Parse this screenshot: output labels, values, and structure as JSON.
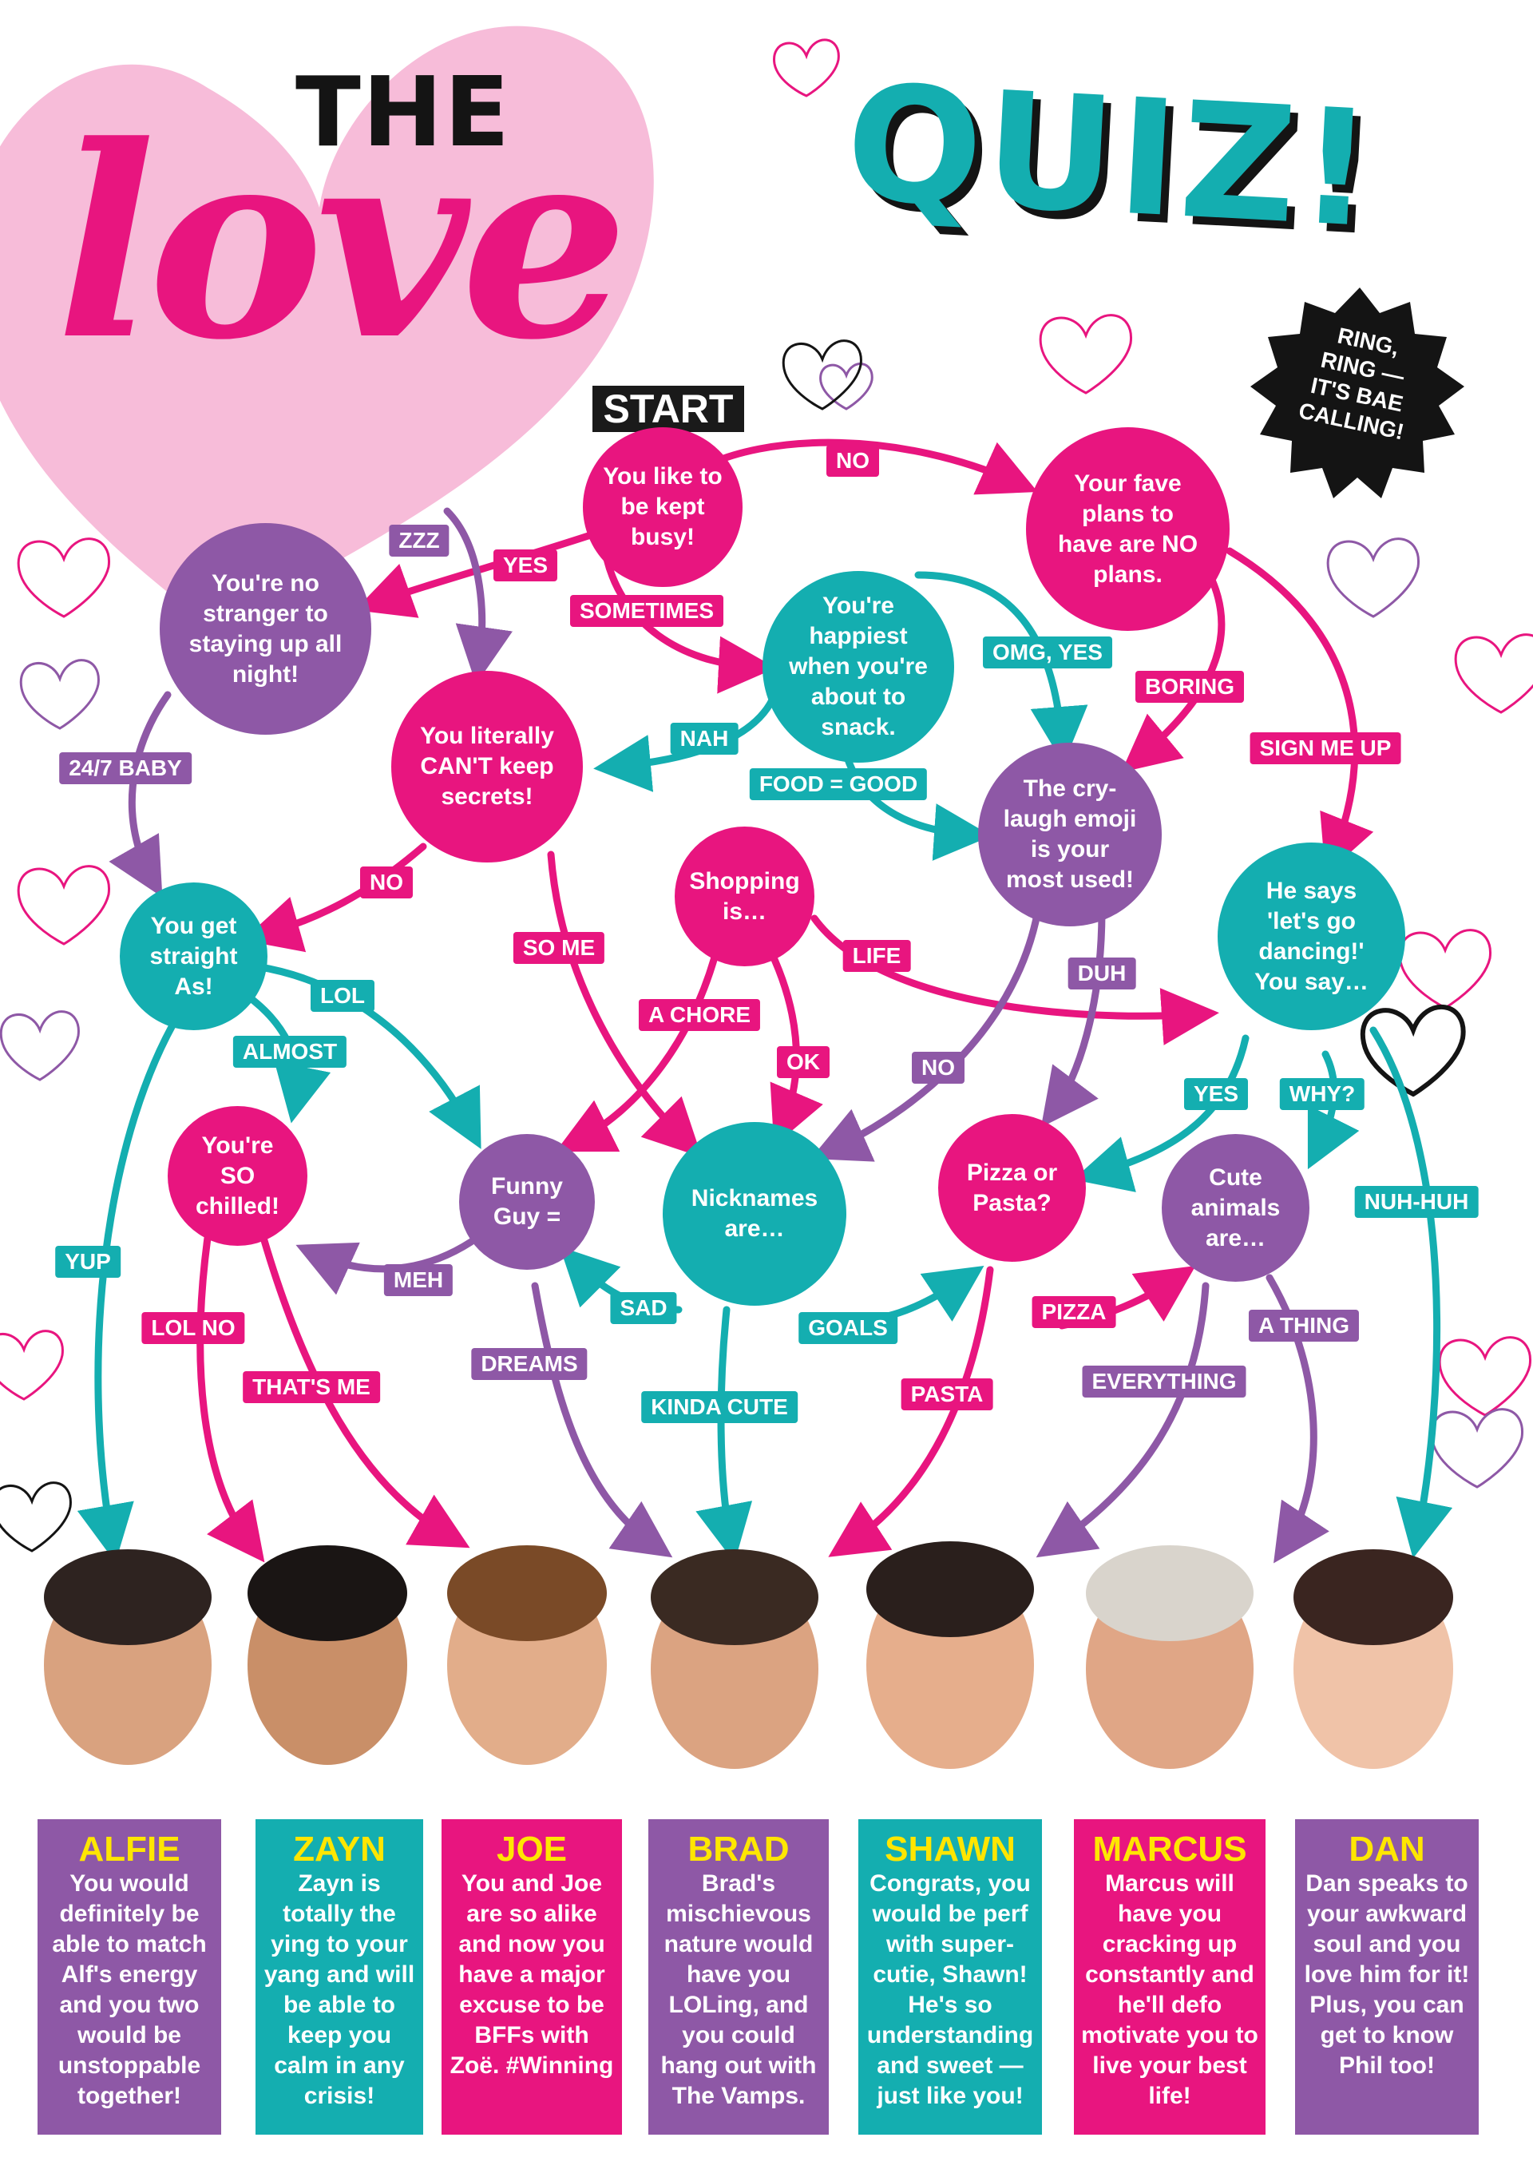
{
  "title": {
    "the": "THE",
    "love": "love",
    "quiz": "QUIZ!"
  },
  "start": "START",
  "badge": {
    "line1": "RING,",
    "line2": "RING —",
    "line3": "IT'S BAE",
    "line4": "CALLING!"
  },
  "colors": {
    "pink": "#e8157f",
    "purple": "#8e58a6",
    "teal": "#14aeb0",
    "light_pink": "#f7bcd9",
    "dark": "#141414",
    "yellow": "#ffe600"
  },
  "questions": {
    "busy": "You like to be kept busy!",
    "plans": "Your fave plans to have are NO plans.",
    "night": "You're no stranger to staying up all night!",
    "snack": "You're happiest when you're about to snack.",
    "secrets": "You literally CAN'T keep secrets!",
    "emoji": "The cry-laugh emoji is your most used!",
    "straight": "You get straight As!",
    "shopping": "Shopping is…",
    "dancing": "He says 'let's go dancing!' You say…",
    "chilled": "You're SO chilled!",
    "funny": "Funny Guy =",
    "nicknames": "Nicknames are…",
    "pizza": "Pizza or Pasta?",
    "animals": "Cute animals are…"
  },
  "answers": {
    "no1": "NO",
    "yes1": "YES",
    "sometimes": "SOMETIMES",
    "zzz": "ZZZ",
    "omg": "OMG, YES",
    "boring": "BORING",
    "nah": "NAH",
    "signup": "SIGN ME UP",
    "baby": "24/7 BABY",
    "food": "FOOD = GOOD",
    "no2": "NO",
    "some_me": "SO ME",
    "life": "LIFE",
    "duh": "DUH",
    "lol": "LOL",
    "chore": "A CHORE",
    "almost": "ALMOST",
    "ok": "OK",
    "no3": "NO",
    "yes2": "YES",
    "why": "WHY?",
    "nuhuh": "NUH-HUH",
    "yup": "YUP",
    "meh": "MEH",
    "sad": "SAD",
    "lolno": "LOL NO",
    "goals": "GOALS",
    "pizza": "PIZZA",
    "athing": "A THING",
    "dreams": "DREAMS",
    "thatsme": "THAT'S ME",
    "everything": "EVERYTHING",
    "pasta": "PASTA",
    "kinda": "KINDA CUTE"
  },
  "results": [
    {
      "name": "ALFIE",
      "desc": "You would definitely be able to match Alf's energy and you two would be unstoppable together!"
    },
    {
      "name": "ZAYN",
      "desc": "Zayn is totally the ying to your yang and will be able to keep you calm in any crisis!"
    },
    {
      "name": "JOE",
      "desc": "You and Joe are so alike and now you have a major excuse to be BFFs with Zoë. #Winning"
    },
    {
      "name": "BRAD",
      "desc": "Brad's mischievous nature would have you LOLing, and you could hang out with The Vamps."
    },
    {
      "name": "SHAWN",
      "desc": "Congrats, you would be perf with super-cutie, Shawn! He's so understanding and sweet — just like you!"
    },
    {
      "name": "MARCUS",
      "desc": "Marcus will have you cracking up constantly and he'll defo motivate you to live your best life!"
    },
    {
      "name": "DAN",
      "desc": "Dan speaks to your awkward soul and you love him for it! Plus, you can get to know Phil too!"
    }
  ]
}
